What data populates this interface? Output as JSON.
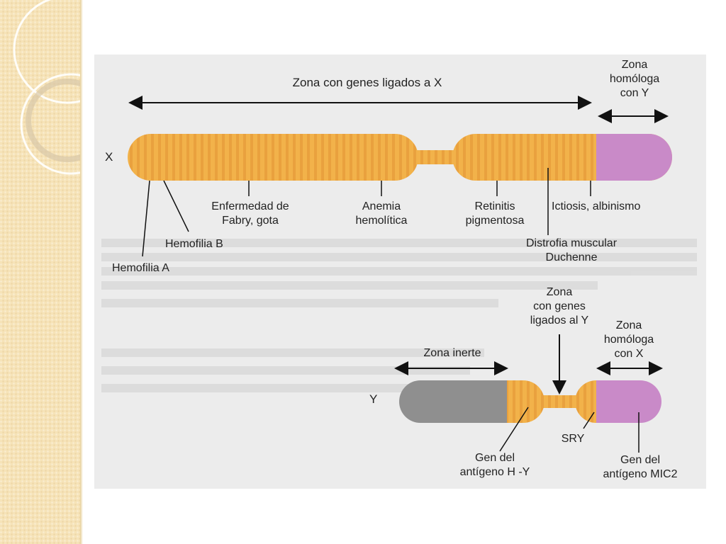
{
  "diagram": {
    "x_chromosome": {
      "letter": "X",
      "top_label": "Zona con genes ligados a X",
      "homolog_label": "Zona\nhomóloga\ncon Y",
      "genes": [
        "Enfermedad de\nFabry, gota",
        "Anemia\nhemolítica",
        "Retinitis\npigmentosa",
        "Ictiosis, albinismo",
        "Distrofia muscular\nDuchenne",
        "Hemofilia B",
        "Hemofilia A"
      ]
    },
    "y_chromosome": {
      "letter": "Y",
      "linked_label": "Zona\ncon genes\nligados al Y",
      "inert_label": "Zona inerte",
      "homolog_label": "Zona\nhomóloga\ncon X",
      "genes": [
        "Gen del\nantígeno H -Y",
        "SRY",
        "Gen del\nantígeno MIC2"
      ]
    },
    "colors": {
      "chromatid": "#f2b24a",
      "band": "#e9a13e",
      "homolog": "#c98ac8",
      "inert": "#8f8f8f",
      "background": "#ececec"
    }
  }
}
